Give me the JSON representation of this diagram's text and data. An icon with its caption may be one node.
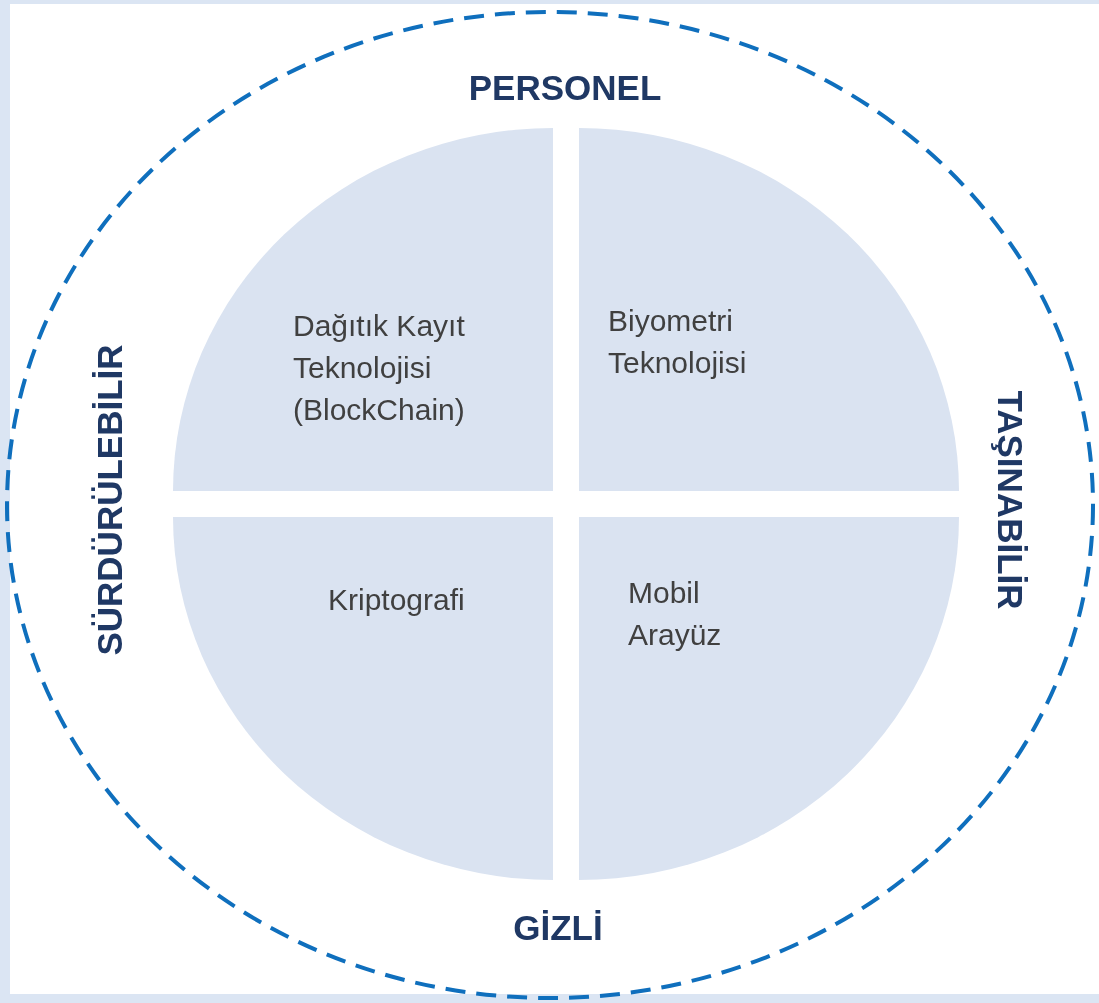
{
  "diagram": {
    "nodes": [
      {
        "text": [
          "PERSONEL",
          "SÜRDÜRÜLEBİLİR",
          "TAŞINABİLİR",
          "GİZLİ"
        ]
      },
      {
        "text": [
          "Dağıtık Kayıt Teknolojisi (BlockChain)"
        ],
        "in": 0
      },
      {
        "text": [
          "Biyometri Teknolojisi"
        ],
        "in": 0
      },
      {
        "text": [
          "Kriptografi"
        ],
        "in": 0
      },
      {
        "text": [
          "Mobil Arayüz"
        ],
        "in": 0
      }
    ]
  }
}
